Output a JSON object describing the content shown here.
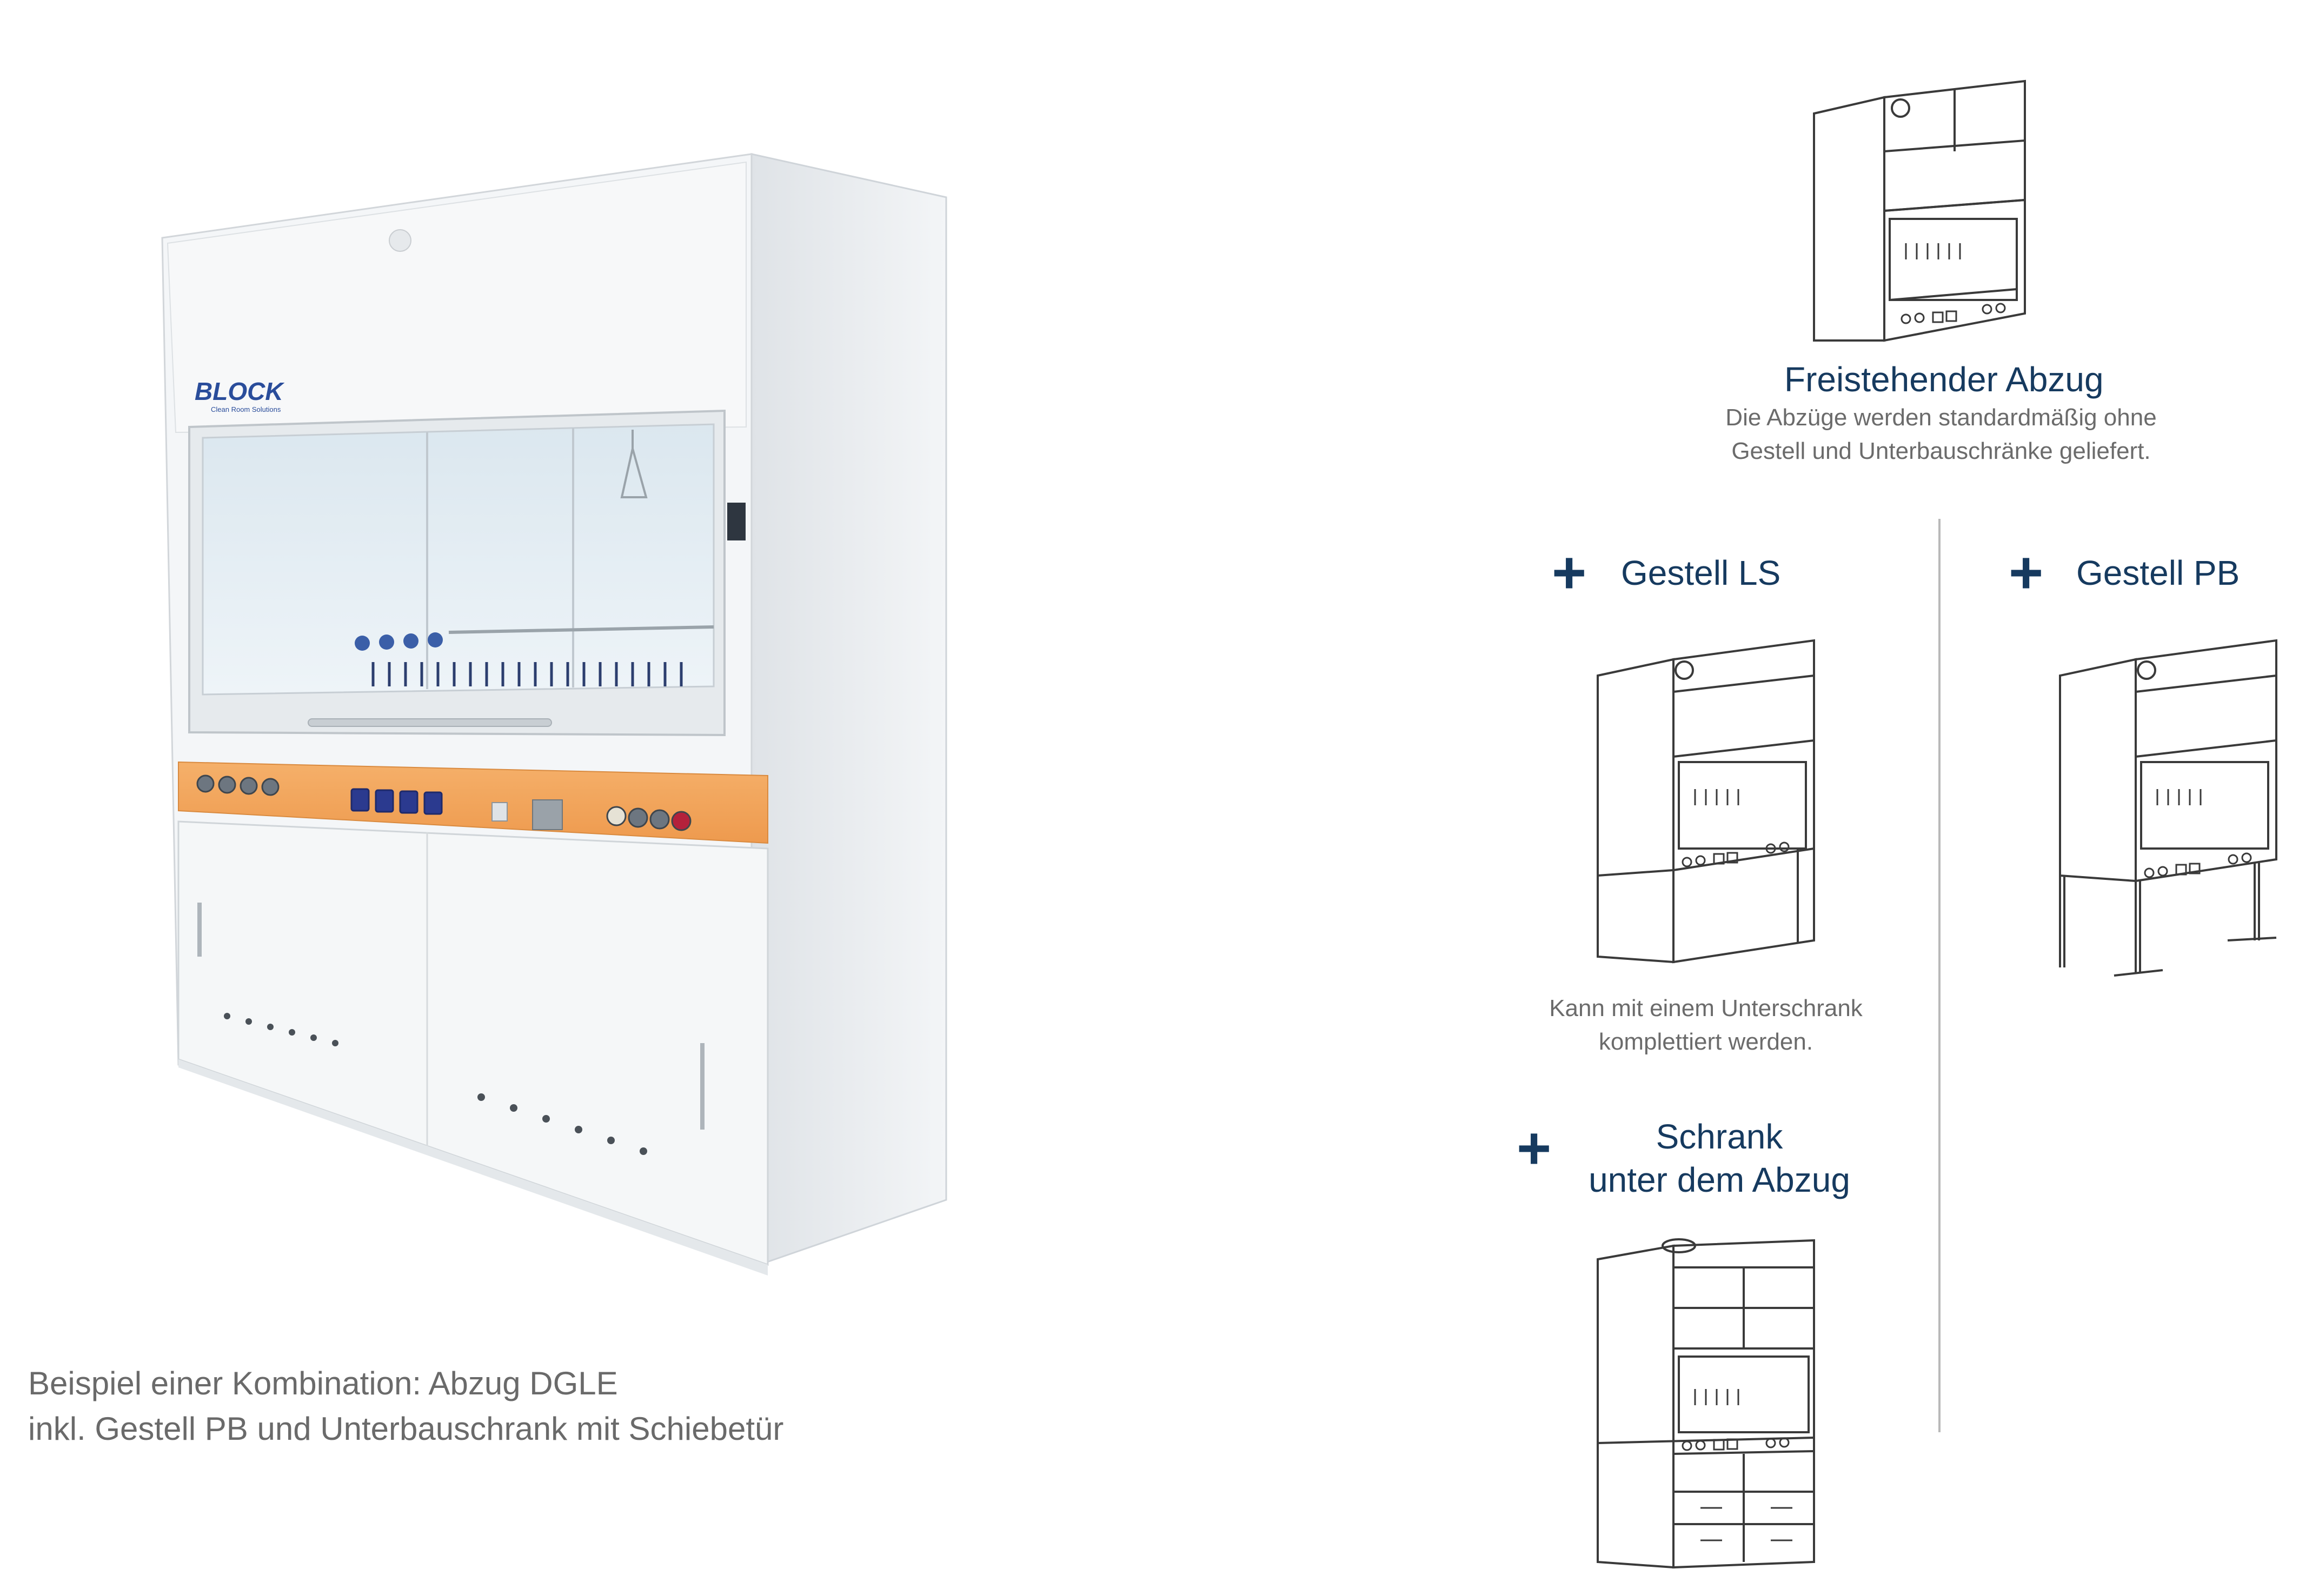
{
  "photo": {
    "brand": "BLOCK",
    "brand_tagline": "Clean Room Solutions",
    "caption_line1": "Beispiel einer Kombination: Abzug DGLE",
    "caption_line2": "inkl. Gestell PB und Unterbauschrank mit Schiebetür"
  },
  "options": {
    "freestanding": {
      "title": "Freistehender Abzug",
      "desc_line1": "Die Abzüge werden standardmäßig ohne",
      "desc_line2": "Gestell und Unterbauschränke geliefert."
    },
    "gestell_ls": {
      "plus": "+",
      "title": "Gestell LS",
      "desc_line1": "Kann mit einem Unterschrank",
      "desc_line2": "komplettiert werden."
    },
    "gestell_pb": {
      "plus": "+",
      "title": "Gestell PB"
    },
    "schrank": {
      "plus": "+",
      "title_line1": "Schrank",
      "title_line2": "unter dem Abzug"
    }
  },
  "colors": {
    "heading": "#163a5f",
    "body_text": "#6b6b6b",
    "orange_panel": "#f2a65a",
    "switch_blue": "#2b3a8f"
  }
}
